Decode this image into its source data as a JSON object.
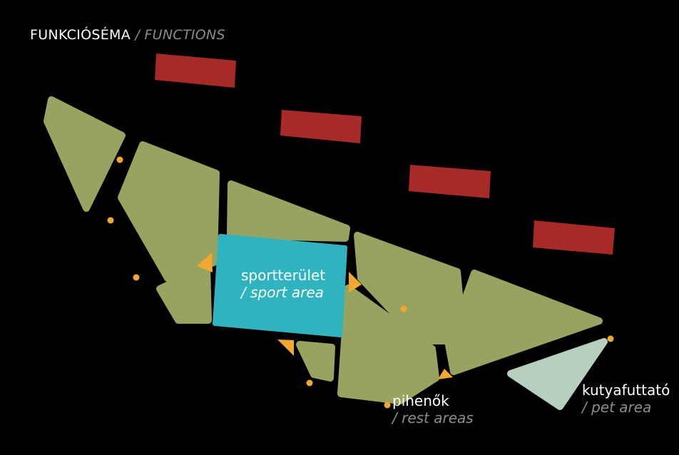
{
  "title": {
    "main": "FUNKCIÓSÉMA",
    "separator": "/",
    "sub": "FUNCTIONS"
  },
  "labels": {
    "sport": {
      "line1": "sportterület",
      "line2": "/ sport area"
    },
    "rest": {
      "line1": "pihenők",
      "line2": "/ rest areas"
    },
    "pet": {
      "line1": "kutyafuttató",
      "line2": "/ pet area"
    }
  },
  "colors": {
    "background": "#000000",
    "green_area": "#97a45f",
    "sport_area": "#2eb4c0",
    "pet_area": "#b7cfbd",
    "building": "#a82a26",
    "rest_marker": "#f2a72e"
  }
}
